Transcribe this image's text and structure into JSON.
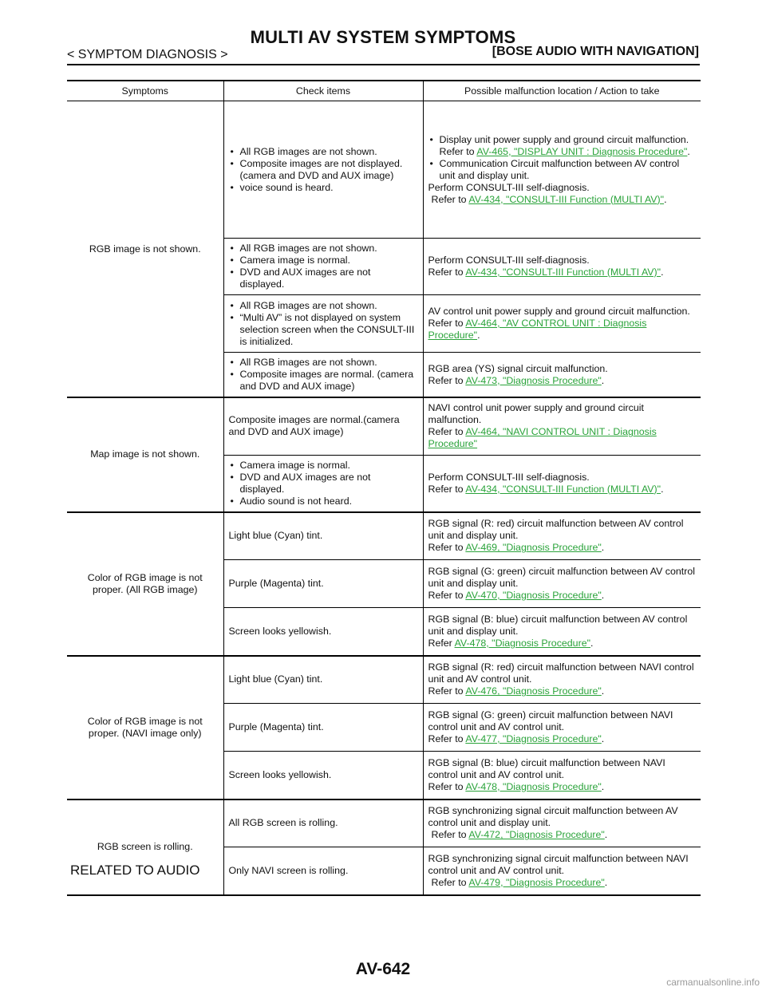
{
  "header": {
    "title": "MULTI AV SYSTEM SYMPTOMS",
    "section": "< SYMPTOM DIAGNOSIS >",
    "model": "[BOSE AUDIO WITH NAVIGATION]"
  },
  "table": {
    "columns": [
      "Symptoms",
      "Check items",
      "Possible malfunction location / Action to take"
    ],
    "g1": {
      "symptom": "RGB image is not shown.",
      "r1": {
        "checks": [
          "All RGB images are not shown.",
          "Composite images are not displayed.(camera and DVD and AUX image)",
          "voice sound is heard."
        ],
        "b1": "Display unit power supply and ground circuit malfunction.",
        "b1_pre": "Refer to ",
        "b1_link": "AV-465, \"DISPLAY UNIT : Diagnosis Procedure\"",
        "b2": "Communication Circuit malfunction between AV control unit and display unit.",
        "tail": "Perform CONSULT-III self-diagnosis.",
        "tail_pre": "Refer to ",
        "tail_link": "AV-434, \"CONSULT-III Function (MULTI AV)\""
      },
      "r2": {
        "checks": [
          "All RGB images are not shown.",
          "Camera image is normal.",
          "DVD and AUX images are not displayed."
        ],
        "line1": "Perform CONSULT-III self-diagnosis.",
        "pre": "Refer to ",
        "link": "AV-434, \"CONSULT-III Function (MULTI AV)\""
      },
      "r3": {
        "checks": [
          "All RGB images are not shown.",
          "“Multi AV” is not displayed on system selection screen when the CONSULT-III is initialized."
        ],
        "line1": "AV control unit power supply and ground circuit malfunction.",
        "pre": "Refer to ",
        "link": "AV-464, \"AV CONTROL UNIT : Diagnosis Procedure\""
      },
      "r4": {
        "checks": [
          "All RGB images are not shown.",
          "Composite images are normal. (camera and DVD and AUX image)"
        ],
        "line1": "RGB area (YS) signal circuit malfunction.",
        "pre": "Refer to ",
        "link": "AV-473, \"Diagnosis Procedure\""
      }
    },
    "g2": {
      "symptom": "Map image is not shown.",
      "r1": {
        "check": "Composite images are normal.(camera and DVD and AUX image)",
        "line1": "NAVI control unit power supply and ground circuit malfunction.",
        "pre": "Refer to ",
        "link": "AV-464, \"NAVI CONTROL UNIT : Diagnosis Procedure\""
      },
      "r2": {
        "checks": [
          "Camera image is normal.",
          "DVD and AUX images are not displayed.",
          "Audio sound is not heard."
        ],
        "line1": "Perform CONSULT-III self-diagnosis.",
        "pre": "Refer to ",
        "link": "AV-434, \"CONSULT-III Function (MULTI AV)\""
      }
    },
    "g3": {
      "symptom": "Color of RGB image is not proper. (All RGB image)",
      "r1": {
        "check": "Light blue (Cyan) tint.",
        "line1": "RGB signal (R: red) circuit malfunction between AV control unit and display unit.",
        "pre": "Refer to ",
        "link": "AV-469, \"Diagnosis Procedure\""
      },
      "r2": {
        "check": "Purple (Magenta) tint.",
        "line1": "RGB signal (G: green) circuit malfunction between AV control unit and display unit.",
        "pre": "Refer to ",
        "link": "AV-470, \"Diagnosis Procedure\""
      },
      "r3": {
        "check": "Screen looks yellowish.",
        "line1": "RGB signal (B: blue) circuit malfunction between AV control unit and display unit.",
        "pre": "Refer ",
        "link": "AV-478, \"Diagnosis Procedure\""
      }
    },
    "g4": {
      "symptom": "Color of RGB image is not proper. (NAVI image only)",
      "r1": {
        "check": "Light blue (Cyan) tint.",
        "line1": "RGB signal (R: red) circuit malfunction between NAVI control unit and AV control unit.",
        "pre": "Refer to ",
        "link": "AV-476, \"Diagnosis Procedure\""
      },
      "r2": {
        "check": "Purple (Magenta) tint.",
        "line1": "RGB signal (G: green) circuit malfunction between NAVI control unit and AV control unit.",
        "pre": "Refer to ",
        "link": "AV-477, \"Diagnosis Procedure\""
      },
      "r3": {
        "check": "Screen looks yellowish.",
        "line1": "RGB signal (B: blue) circuit malfunction between NAVI control unit and AV control unit.",
        "pre": "Refer to ",
        "link": "AV-478, \"Diagnosis Procedure\""
      }
    },
    "g5": {
      "symptom": "RGB screen is rolling.",
      "r1": {
        "check": "All RGB screen is rolling.",
        "line1": "RGB synchronizing signal circuit malfunction between AV control unit and display unit.",
        "pre": "Refer to ",
        "link": "AV-472, \"Diagnosis Procedure\""
      },
      "r2": {
        "check": "Only NAVI screen is rolling.",
        "line1": "RGB synchronizing signal circuit malfunction between NAVI control unit and AV control unit.",
        "pre": "Refer to ",
        "link": "AV-479, \"Diagnosis Procedure\""
      }
    }
  },
  "section_heading": "RELATED TO AUDIO",
  "footer": {
    "page_number": "AV-642"
  },
  "watermark": "carmanualsonline.info"
}
